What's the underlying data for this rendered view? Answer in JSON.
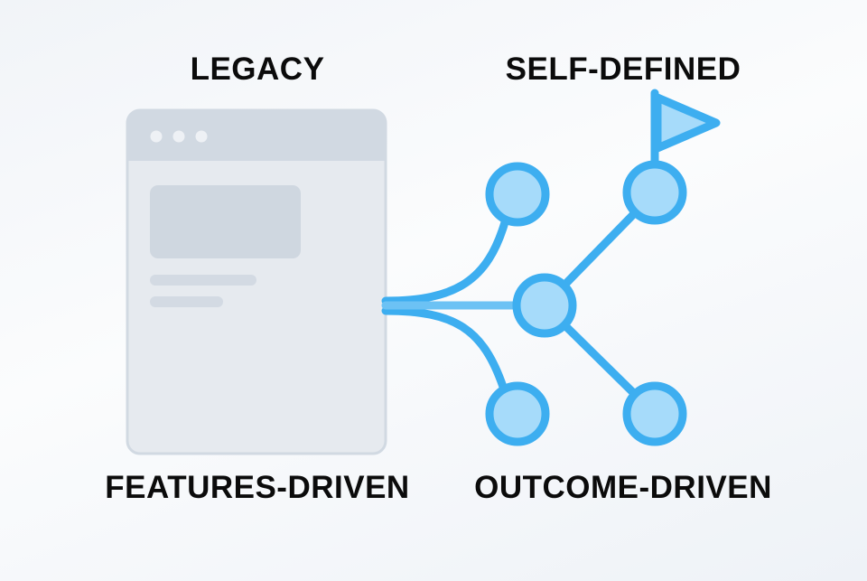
{
  "labels": {
    "legacy": "LEGACY",
    "self_defined": "SELF-DEFINED",
    "features_driven": "FEATURES-DRIVEN",
    "outcome_driven": "OUTCOME-DRIVEN"
  },
  "colors": {
    "accent_stroke": "#3daef0",
    "node_fill": "#a6dbfa",
    "window_frame": "#d1d9e2",
    "window_body": "#e6eaef",
    "placeholder": "#cfd7e0",
    "text": "#0b0b0b"
  },
  "icons": [
    "browser-window-icon",
    "flag-icon",
    "node-icon"
  ]
}
